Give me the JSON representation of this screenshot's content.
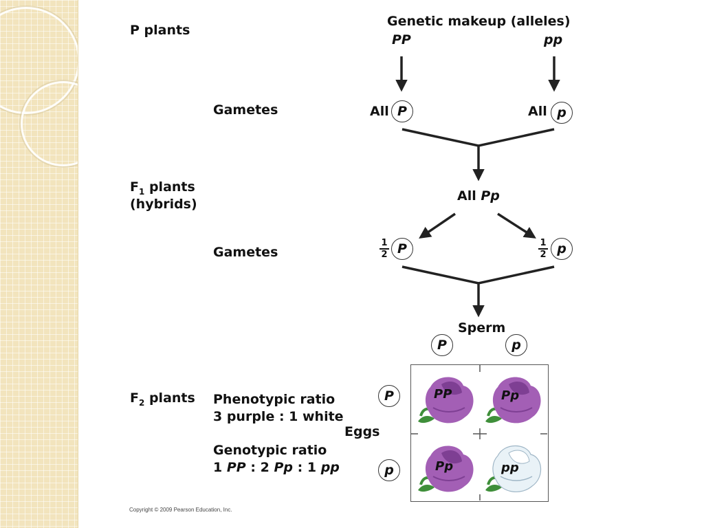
{
  "labels": {
    "p_plants": "P plants",
    "gametes_1": "Gametes",
    "f1_line1": "F",
    "f1_sub": "1",
    "f1_rest": " plants",
    "f1_line2": "(hybrids)",
    "gametes_2": "Gametes",
    "f2_main": "F",
    "f2_sub": "2",
    "f2_rest": " plants"
  },
  "header": {
    "genetic_makeup": "Genetic makeup (alleles)",
    "parent_left": "PP",
    "parent_right": "pp"
  },
  "gametes_row1": {
    "all_left": "All",
    "allele_left": "P",
    "all_right": "All",
    "allele_right": "p"
  },
  "f1": {
    "all": "All",
    "genotype": "Pp"
  },
  "gametes_row2": {
    "frac_num": "1",
    "frac_den": "2",
    "allele_left": "P",
    "allele_right": "p"
  },
  "punnett": {
    "sperm_label": "Sperm",
    "eggs_label": "Eggs",
    "sperm": [
      "P",
      "p"
    ],
    "eggs": [
      "P",
      "p"
    ],
    "cells": [
      "PP",
      "Pp",
      "Pp",
      "pp"
    ]
  },
  "ratios": {
    "phenotypic_title": "Phenotypic ratio",
    "phenotypic_value": "3 purple : 1 white",
    "genotypic_title": "Genotypic ratio",
    "g_n1": "1",
    "g_t1": "PP",
    "g_sep1": ":",
    "g_n2": "2",
    "g_t2": "Pp",
    "g_sep2": ":",
    "g_n3": "1",
    "g_t3": "pp"
  },
  "copyright": "Copyright © 2009 Pearson Education, Inc.",
  "colors": {
    "purple_flower": "#a35fb5",
    "purple_dark": "#7e3f93",
    "white_flower": "#e9f2f7",
    "leaf": "#3f8f3a",
    "sidebar": "#f2e4bd"
  }
}
